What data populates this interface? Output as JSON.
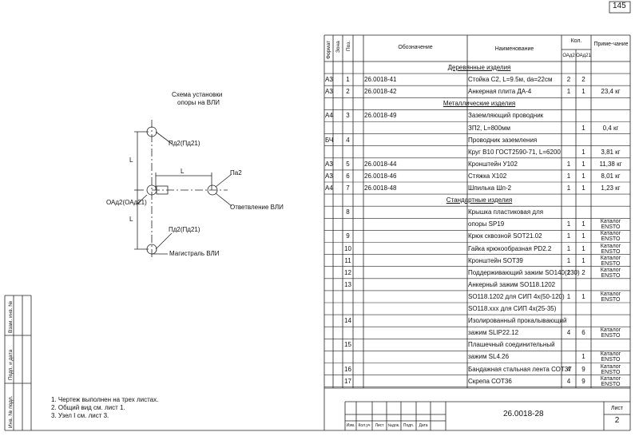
{
  "page_number": "145",
  "schema": {
    "title_line1": "Схема установки",
    "title_line2": "опоры на ВЛИ",
    "label_pd_top": "Пд2(Пд21)",
    "label_l": "L",
    "label_pa2": "Па2",
    "label_oad": "ОАд2(ОАд21)",
    "label_branch": "Ответвление ВЛИ",
    "label_l_vert_top": "L",
    "label_l_vert_bottom": "L",
    "label_pd_bottom": "Пд2(Пд21)",
    "label_mainline": "Магистраль ВЛИ"
  },
  "left_stamp": {
    "col1": "Инв. № подл.",
    "col2": "Подп. и дата",
    "col3": "Взам. инв. №"
  },
  "table": {
    "headers": {
      "format": "Формат",
      "zone": "Зона",
      "pos": "Поз.",
      "designation": "Обозначение",
      "name": "Наименование",
      "qty": "Кол.",
      "qty_a": "ОАд2",
      "qty_b": "ОАд21",
      "note": "Приме-чание"
    },
    "rows": [
      {
        "type": "section",
        "name": "Деревянные изделия"
      },
      {
        "format": "A3",
        "pos": "1",
        "designation": "26.0018-41",
        "name": "Стойка С2, L=9.5м, da=22см",
        "qa": "2",
        "qb": "2",
        "note": ""
      },
      {
        "format": "A3",
        "pos": "2",
        "designation": "26.0018-42",
        "name": "Анкерная плита ДА-4",
        "qa": "1",
        "qb": "1",
        "note": "23,4 кг"
      },
      {
        "type": "section",
        "name": "Металлические изделия"
      },
      {
        "format": "A4",
        "pos": "3",
        "designation": "26.0018-49",
        "name": "Заземляющий проводник",
        "qa": "",
        "qb": "",
        "note": ""
      },
      {
        "format": "",
        "pos": "",
        "designation": "",
        "name": "ЗП2, L=800мм",
        "qa": "",
        "qb": "1",
        "note": "0,4 кг"
      },
      {
        "format": "БЧ",
        "pos": "4",
        "designation": "",
        "name": "Проводник заземления",
        "qa": "",
        "qb": "",
        "note": ""
      },
      {
        "format": "",
        "pos": "",
        "designation": "",
        "name": "Круг В10 ГОСТ2590-71, L=6200",
        "qa": "",
        "qb": "1",
        "note": "3,81 кг"
      },
      {
        "format": "A3",
        "pos": "5",
        "designation": "26.0018-44",
        "name": "Кронштейн У102",
        "qa": "1",
        "qb": "1",
        "note": "11,38 кг"
      },
      {
        "format": "A3",
        "pos": "6",
        "designation": "26.0018-46",
        "name": "Стяжка Х102",
        "qa": "1",
        "qb": "1",
        "note": "8,01 кг"
      },
      {
        "format": "A4",
        "pos": "7",
        "designation": "26.0018-48",
        "name": "Шпилька Шп-2",
        "qa": "1",
        "qb": "1",
        "note": "1,23 кг"
      },
      {
        "type": "section",
        "name": "Стандартные изделия"
      },
      {
        "format": "",
        "pos": "8",
        "designation": "",
        "name": "Крышка пластиковая для",
        "qa": "",
        "qb": "",
        "note": ""
      },
      {
        "format": "",
        "pos": "",
        "designation": "",
        "name": "опоры SP19",
        "qa": "1",
        "qb": "1",
        "note": "Каталог ENSTO"
      },
      {
        "format": "",
        "pos": "9",
        "designation": "",
        "name": "Крюк сквозной SOT21.02",
        "qa": "1",
        "qb": "1",
        "note": "Каталог ENSTO"
      },
      {
        "format": "",
        "pos": "10",
        "designation": "",
        "name": "Гайка крюкообразная PD2.2",
        "qa": "1",
        "qb": "1",
        "note": "Каталог ENSTO"
      },
      {
        "format": "",
        "pos": "11",
        "designation": "",
        "name": "Кронштейн SOT39",
        "qa": "1",
        "qb": "1",
        "note": "Каталог ENSTO"
      },
      {
        "format": "",
        "pos": "12",
        "designation": "",
        "name": "Поддерживающий зажим SO140(130)",
        "qa": "2",
        "qb": "2",
        "note": "Каталог ENSTO"
      },
      {
        "format": "",
        "pos": "13",
        "designation": "",
        "name": "Анкерный зажим SO118.1202",
        "qa": "",
        "qb": "",
        "note": ""
      },
      {
        "format": "",
        "pos": "",
        "designation": "",
        "name": "SO118.1202 для СИП 4х(50-120)",
        "qa": "1",
        "qb": "1",
        "note": "Каталог ENSTO"
      },
      {
        "format": "",
        "pos": "",
        "designation": "",
        "name": "SO118.ххх для СИП 4х(25-35)",
        "qa": "",
        "qb": "",
        "note": ""
      },
      {
        "format": "",
        "pos": "14",
        "designation": "",
        "name": "Изолированный прокалывающий",
        "qa": "",
        "qb": "",
        "note": ""
      },
      {
        "format": "",
        "pos": "",
        "designation": "",
        "name": "зажим SLIP22.12",
        "qa": "4",
        "qb": "6",
        "note": "Каталог ENSTO"
      },
      {
        "format": "",
        "pos": "15",
        "designation": "",
        "name": "Плашечный соединительный",
        "qa": "",
        "qb": "",
        "note": ""
      },
      {
        "format": "",
        "pos": "",
        "designation": "",
        "name": "зажим SL4.26",
        "qa": "",
        "qb": "1",
        "note": "Каталог ENSTO"
      },
      {
        "format": "",
        "pos": "16",
        "designation": "",
        "name": "Бандажная стальная лента СОТ37",
        "qa": "4",
        "qb": "9",
        "note": "Каталог ENSTO"
      },
      {
        "format": "",
        "pos": "17",
        "designation": "",
        "name": "Скрепа СОТ36",
        "qa": "4",
        "qb": "9",
        "note": "Каталог ENSTO"
      }
    ]
  },
  "notes": [
    "1. Чертеж выполнен на трех листах.",
    "2. Общий вид см. лист 1.",
    "3. Узел I см. лист 3."
  ],
  "title_block": {
    "code": "26.0018-28",
    "sheet_label": "Лист",
    "sheet_number": "2",
    "cols": [
      "Изм.",
      "Кол.уч",
      "Лист",
      "№док.",
      "Подп.",
      "Дата"
    ]
  }
}
